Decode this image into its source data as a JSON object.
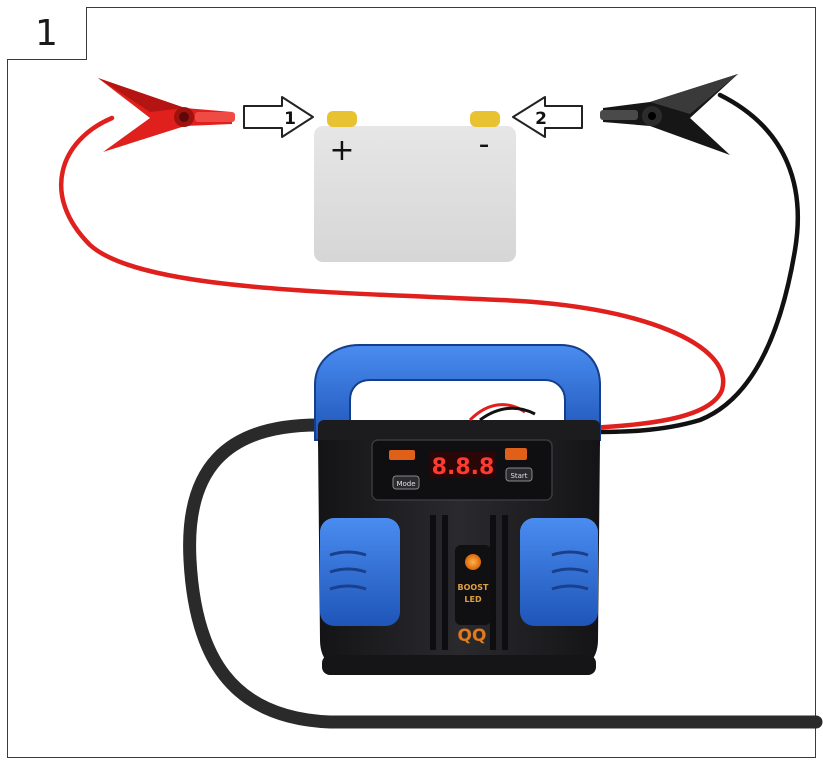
{
  "step_number": "1",
  "battery": {
    "positive_sign": "+",
    "negative_sign": "-"
  },
  "arrows": {
    "first_order": "1",
    "second_order": "2"
  },
  "charger": {
    "display_digits": "8.8.8",
    "mode_button_label": "Mode",
    "start_button_label": "Start",
    "boost_label_line1": "BOOST",
    "boost_label_line2": "LED",
    "brand_logo": "QQ"
  },
  "colors": {
    "positive_clamp": "#e0201d",
    "negative_clamp": "#1a1a1a",
    "battery_body": "#dcdcdc",
    "terminal": "#e8c230",
    "charger_blue": "#2f6fd6",
    "charger_black": "#1c1c1e",
    "display_red": "#ff3b30"
  },
  "icons": [
    "red-clamp-icon",
    "black-clamp-icon",
    "battery-icon",
    "charger-icon"
  ]
}
